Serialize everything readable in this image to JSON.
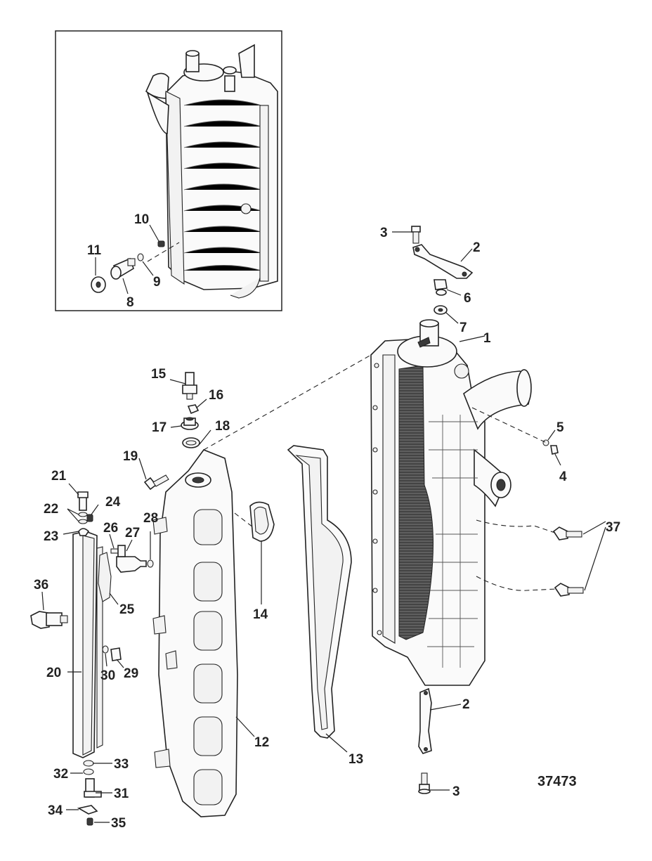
{
  "figure_id": "37473",
  "callouts": {
    "c1": "1",
    "c2a": "2",
    "c2b": "2",
    "c3a": "3",
    "c3b": "3",
    "c4": "4",
    "c5": "5",
    "c6": "6",
    "c7": "7",
    "c8": "8",
    "c9": "9",
    "c10": "10",
    "c11": "11",
    "c12": "12",
    "c13": "13",
    "c14": "14",
    "c15": "15",
    "c16": "16",
    "c17": "17",
    "c18": "18",
    "c19": "19",
    "c20": "20",
    "c21": "21",
    "c22": "22",
    "c23": "23",
    "c24": "24",
    "c25": "25",
    "c26": "26",
    "c27": "27",
    "c28": "28",
    "c29": "29",
    "c30": "30",
    "c31": "31",
    "c32": "32",
    "c33": "33",
    "c34": "34",
    "c35": "35",
    "c36": "36",
    "c37": "37"
  }
}
